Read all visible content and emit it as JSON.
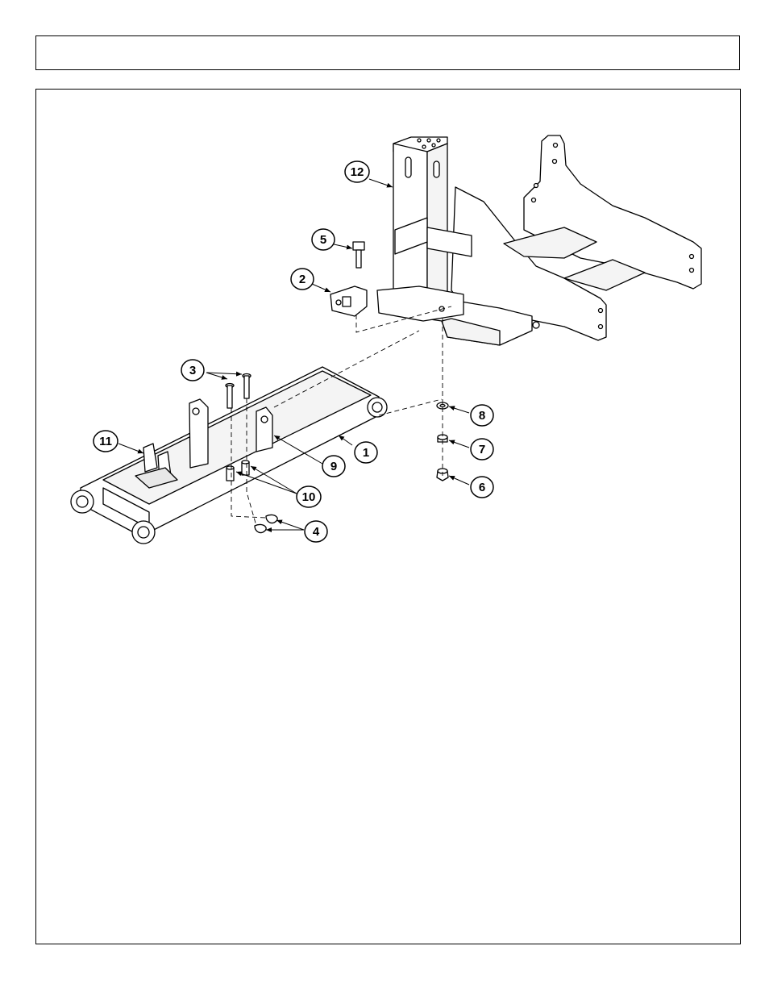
{
  "header": {
    "title": ""
  },
  "diagram": {
    "callouts": [
      {
        "id": "c12",
        "label": "12"
      },
      {
        "id": "c5",
        "label": "5"
      },
      {
        "id": "c2",
        "label": "2"
      },
      {
        "id": "c3",
        "label": "3"
      },
      {
        "id": "c11",
        "label": "11"
      },
      {
        "id": "c1",
        "label": "1"
      },
      {
        "id": "c9",
        "label": "9"
      },
      {
        "id": "c10",
        "label": "10"
      },
      {
        "id": "c4",
        "label": "4"
      },
      {
        "id": "c8",
        "label": "8"
      },
      {
        "id": "c7",
        "label": "7"
      },
      {
        "id": "c6",
        "label": "6"
      }
    ]
  }
}
